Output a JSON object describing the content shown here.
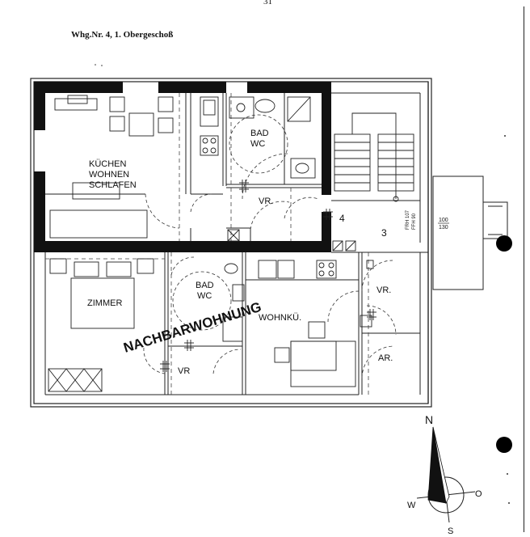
{
  "page_number": "31",
  "heading": "Whg.Nr. 4, 1. Obergeschoß",
  "rooms": {
    "kitchen_line1": "KÜCHEN",
    "kitchen_line2": "WOHNEN",
    "kitchen_line3": "SCHLAFEN",
    "bath_top_line1": "BAD",
    "bath_top_line2": "WC",
    "vr_top": "VR.",
    "zimmer": "ZIMMER",
    "bath_lower_line1": "BAD",
    "bath_lower_line2": "WC",
    "wohnku": "WOHNKÜ.",
    "vr_lower_left": "VR",
    "vr_lower_right": "VR.",
    "ar": "AR."
  },
  "markers": {
    "apartment_number": "4",
    "stair_number": "3"
  },
  "stair_labels": {
    "frh": "FRH 107",
    "ffh": "FFH 90"
  },
  "elevation": {
    "top": "100",
    "bottom": "130"
  },
  "overlay_text": "NACHBARWOHNUNG",
  "compass": {
    "north": "N",
    "west": "W",
    "east": "O",
    "south": "S"
  }
}
